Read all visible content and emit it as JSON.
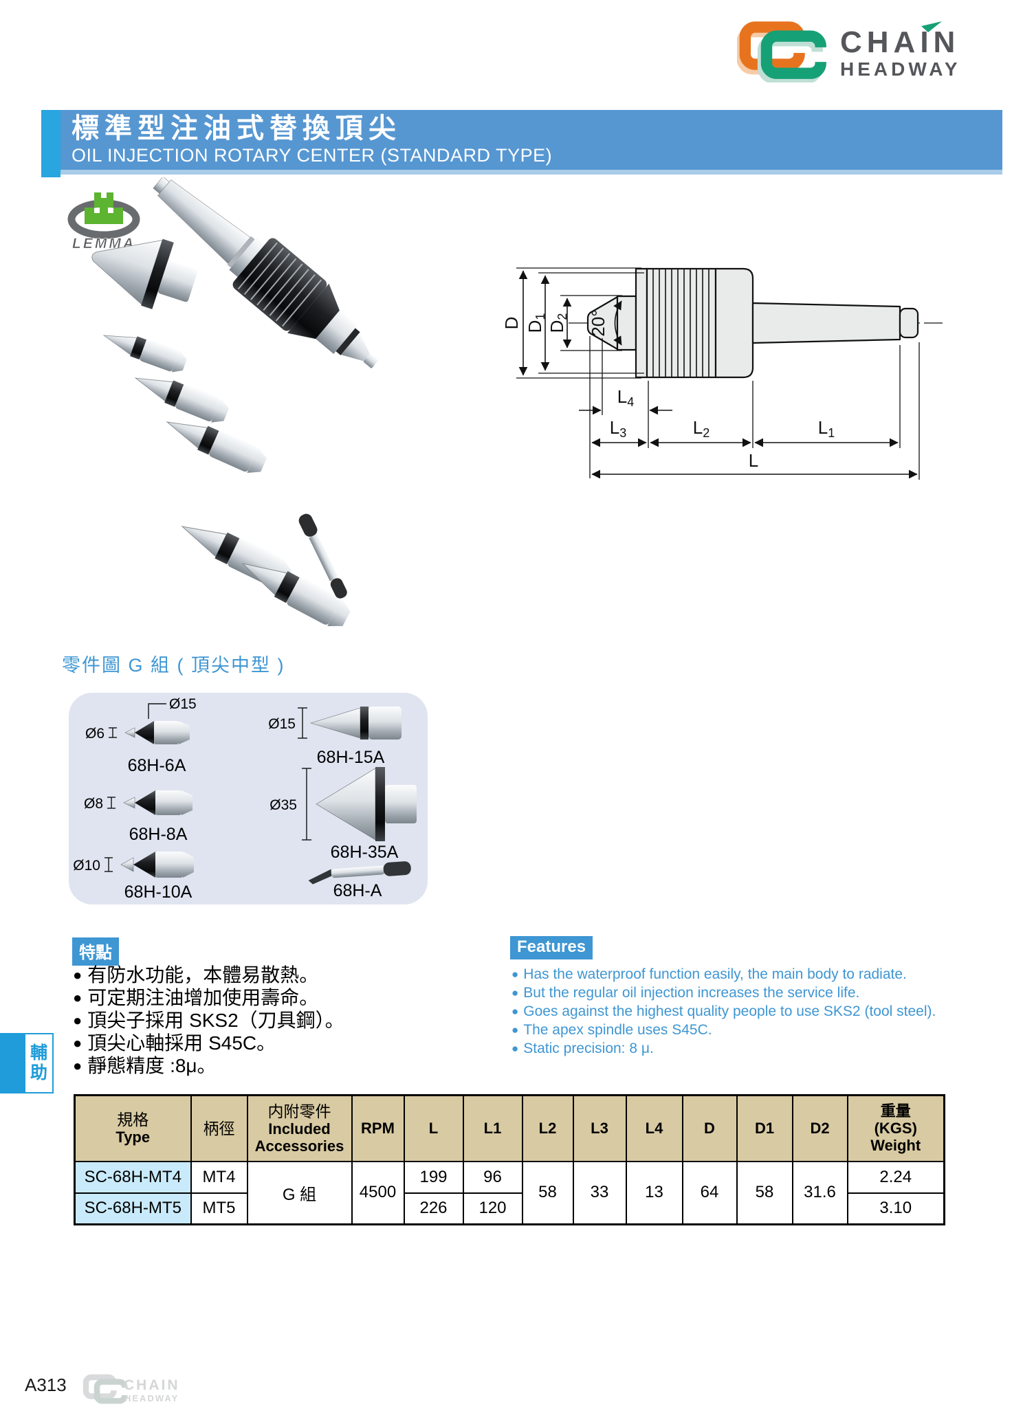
{
  "brand": {
    "name_line1": "CHAIN",
    "name_line2": "HEADWAY",
    "sub_logo": "LEMMA"
  },
  "header": {
    "title_zh": "標準型注油式替換頂尖",
    "title_en": "OIL INJECTION ROTARY CENTER (STANDARD TYPE)"
  },
  "drawing": {
    "d": "D",
    "d1": "D",
    "d1_sub": "1",
    "d2": "D",
    "d2_sub": "2",
    "angle": "20°",
    "l": "L",
    "l1": "L",
    "l1_sub": "1",
    "l2": "L",
    "l2_sub": "2",
    "l3": "L",
    "l3_sub": "3",
    "l4": "L",
    "l4_sub": "4"
  },
  "parts": {
    "title": "零件圖 G 組 ( 頂尖中型 )",
    "items": [
      {
        "label": "68H-6A",
        "dim_top": "Ø15",
        "dim_left": "Ø6"
      },
      {
        "label": "68H-8A",
        "dim_left": "Ø8"
      },
      {
        "label": "68H-10A",
        "dim_left": "Ø10"
      },
      {
        "label": "68H-15A",
        "dim_left": "Ø15"
      },
      {
        "label": "68H-35A",
        "dim_left": "Ø35"
      },
      {
        "label": "68H-A"
      }
    ]
  },
  "features_zh": {
    "title": "特點",
    "bullet": "●",
    "items": [
      "有防水功能，本體易散熱。",
      "可定期注油增加使用壽命。",
      "頂尖子採用 SKS2（刀具鋼）。",
      "頂尖心軸採用 S45C。",
      "靜態精度 :8μ。"
    ]
  },
  "features_en": {
    "title": "Features",
    "bullet": "●",
    "items": [
      "Has the waterproof function easily, the main body to radiate.",
      "But the regular oil injection increases the service life.",
      "Goes against the highest quality people to use SKS2 (tool steel).",
      "The apex spindle uses S45C.",
      "Static precision: 8 μ."
    ]
  },
  "side_tab": {
    "char1": "輔",
    "char2": "助"
  },
  "table": {
    "headers": {
      "type_zh": "規格",
      "type_en": "Type",
      "shank": "柄徑",
      "acc_zh": "内附零件",
      "acc_en1": "Included",
      "acc_en2": "Accessories",
      "rpm": "RPM",
      "l": "L",
      "l1": "L1",
      "l2": "L2",
      "l3": "L3",
      "l4": "L4",
      "d": "D",
      "d1": "D1",
      "d2": "D2",
      "weight_zh": "重量",
      "weight_kgs": "(KGS)",
      "weight_en": "Weight"
    },
    "merged": {
      "accessories": "G 組",
      "rpm": "4500",
      "l2": "58",
      "l3": "33",
      "l4": "13",
      "d": "64",
      "d1": "58",
      "d2": "31.6"
    },
    "rows": [
      {
        "type": "SC-68H-MT4",
        "shank": "MT4",
        "l": "199",
        "l1": "96",
        "weight": "2.24"
      },
      {
        "type": "SC-68H-MT5",
        "shank": "MT5",
        "l": "226",
        "l1": "120",
        "weight": "3.10"
      }
    ]
  },
  "footer": {
    "page": "A313",
    "wm_line1": "CHAIN",
    "wm_line2": "HEADWAY"
  },
  "colors": {
    "accent_blue": "#3e96d3",
    "header_bar": "#5697d2",
    "header_square": "#29a5e0",
    "tab_blue": "#1f9cd9",
    "table_header_bg": "#d8caa2",
    "type_cell_bg": "#c9eafa",
    "panel_bg": "#dfe4f0",
    "logo_orange": "#e8731f",
    "logo_green": "#16a075",
    "lemma_green": "#5cb431"
  }
}
